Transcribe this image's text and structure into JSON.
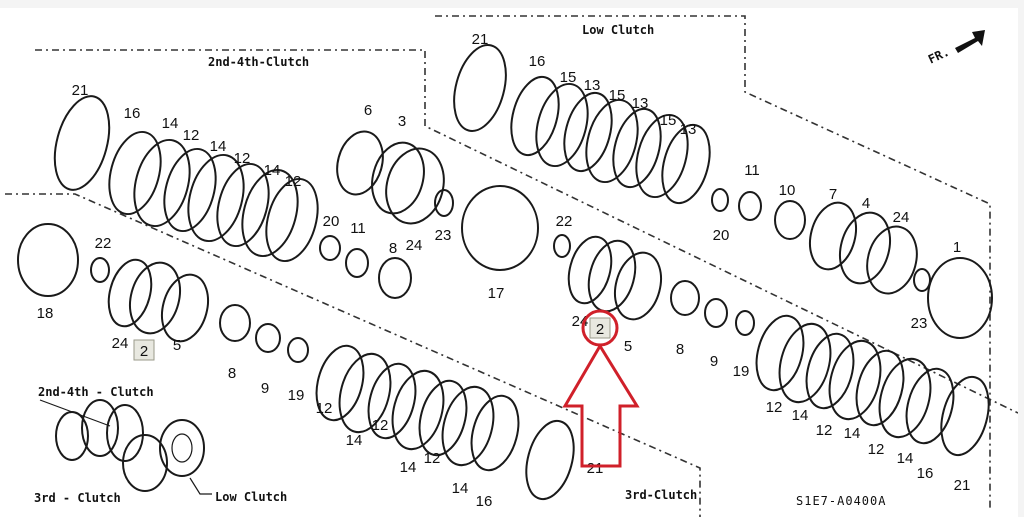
{
  "diagram": {
    "title": "Clutch assembly exploded view",
    "drawing_code": "S1E7-A0400A",
    "direction_indicator": "FR.",
    "sections": {
      "upper_left": "2nd-4th-Clutch",
      "upper_right": "Low Clutch",
      "lower": "3rd-Clutch"
    },
    "inset": {
      "label_2nd_4th": "2nd-4th - Clutch",
      "label_3rd": "3rd - Clutch",
      "label_low": "Low Clutch"
    },
    "highlighted_part": "2",
    "highlight_color": "#d0202a",
    "callouts": {
      "upper_left": [
        "21",
        "16",
        "14",
        "12",
        "14",
        "12",
        "14",
        "12",
        "20",
        "11",
        "8",
        "6",
        "3",
        "24",
        "23",
        "17",
        "22"
      ],
      "upper_right": [
        "21",
        "16",
        "15",
        "13",
        "15",
        "13",
        "15",
        "13",
        "11",
        "20",
        "10",
        "7",
        "4",
        "24",
        "1",
        "23"
      ],
      "lower_left": [
        "18",
        "22",
        "24",
        "2",
        "5",
        "8",
        "9",
        "19"
      ],
      "lower_middle": [
        "12",
        "14",
        "12",
        "14",
        "12",
        "14",
        "16",
        "21"
      ],
      "lower_middle_2": [
        "24",
        "2",
        "5",
        "8",
        "9",
        "19"
      ],
      "lower_right": [
        "12",
        "14",
        "12",
        "14",
        "12",
        "14",
        "16",
        "21"
      ]
    }
  }
}
